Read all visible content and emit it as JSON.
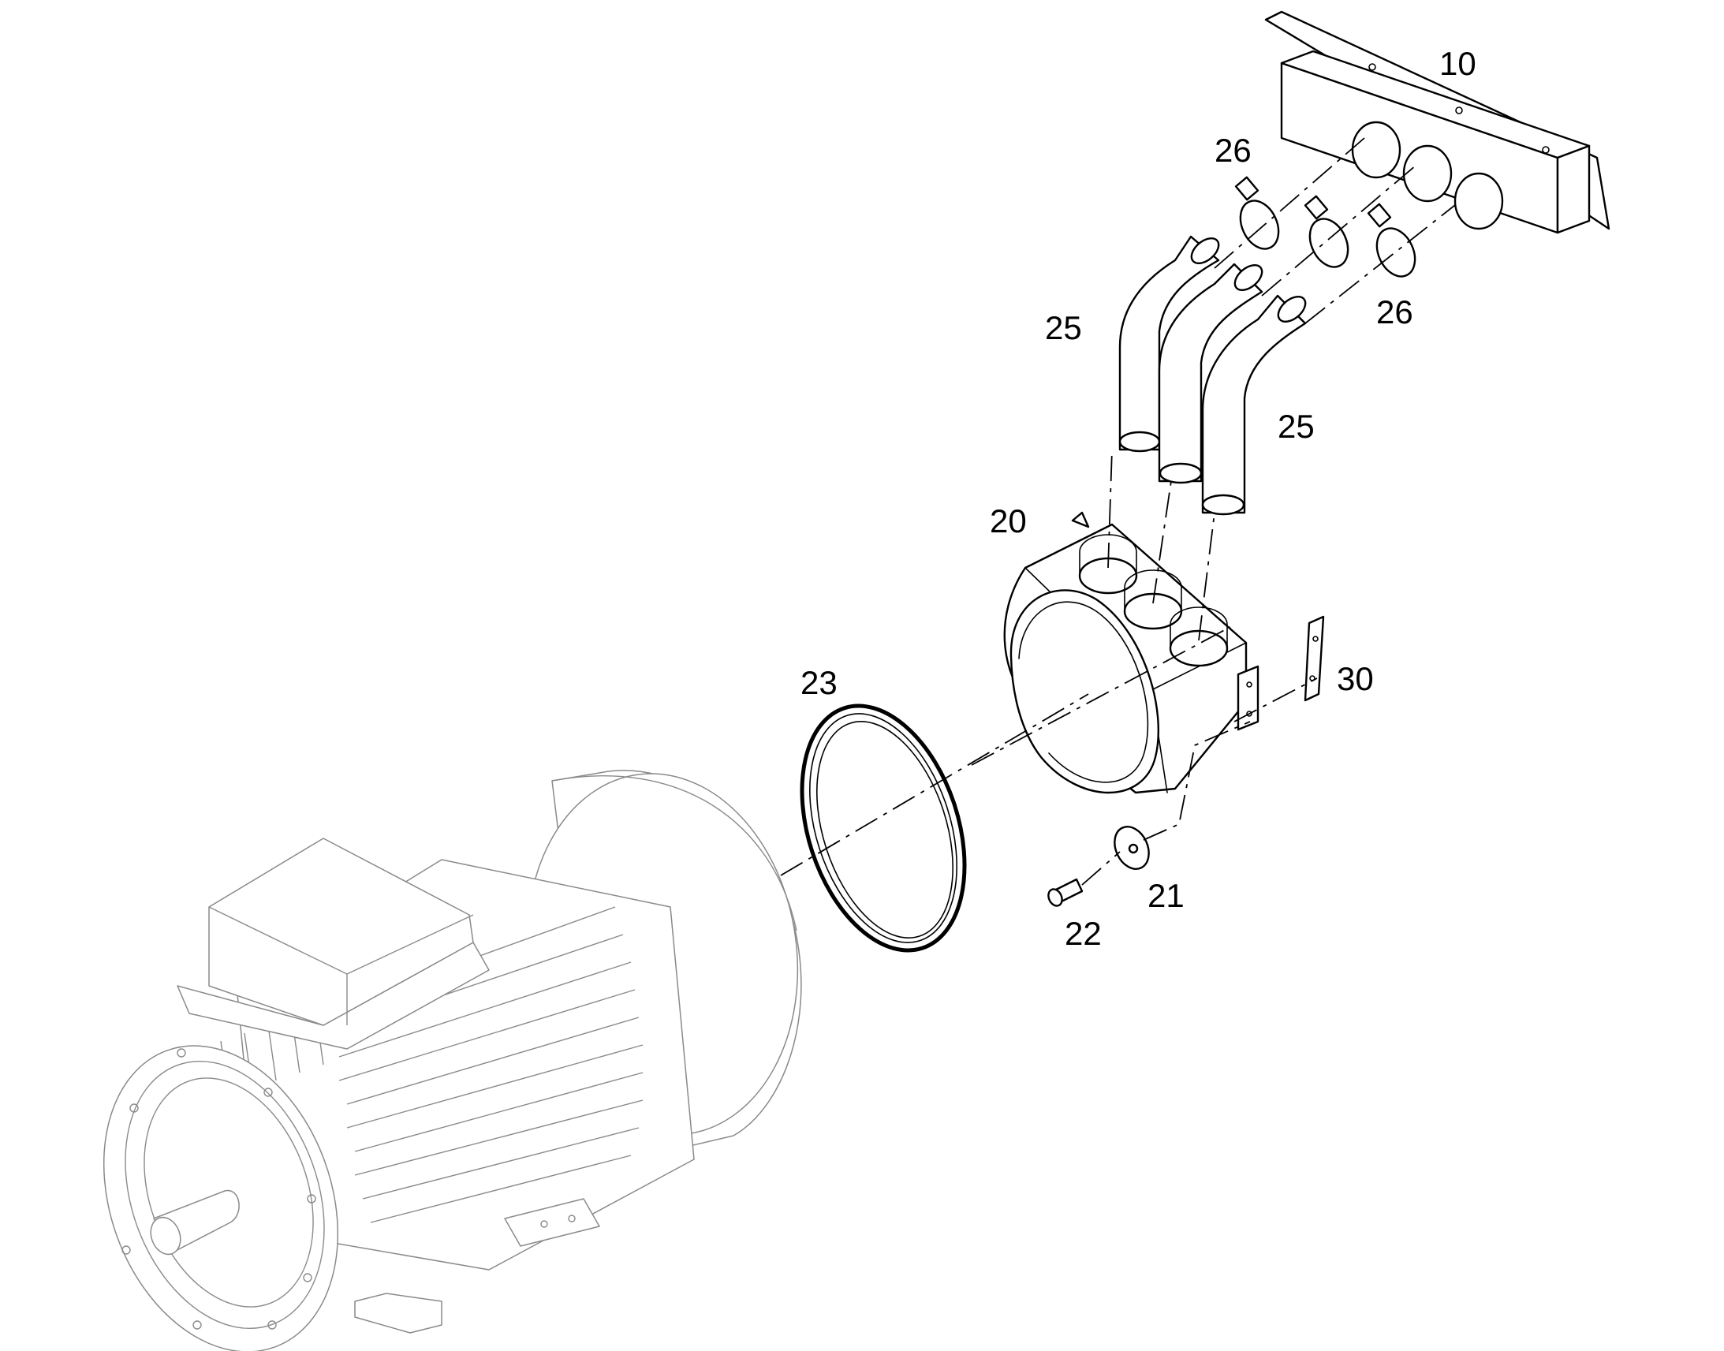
{
  "callouts": {
    "p10": "10",
    "p20": "20",
    "p21": "21",
    "p22": "22",
    "p23": "23",
    "p25_upper": "25",
    "p25_lower": "25",
    "p26_upper": "26",
    "p26_lower": "26",
    "p30": "30"
  },
  "colors": {
    "line": "#000000",
    "motor": "#8a8a8a",
    "background": "#ffffff"
  }
}
